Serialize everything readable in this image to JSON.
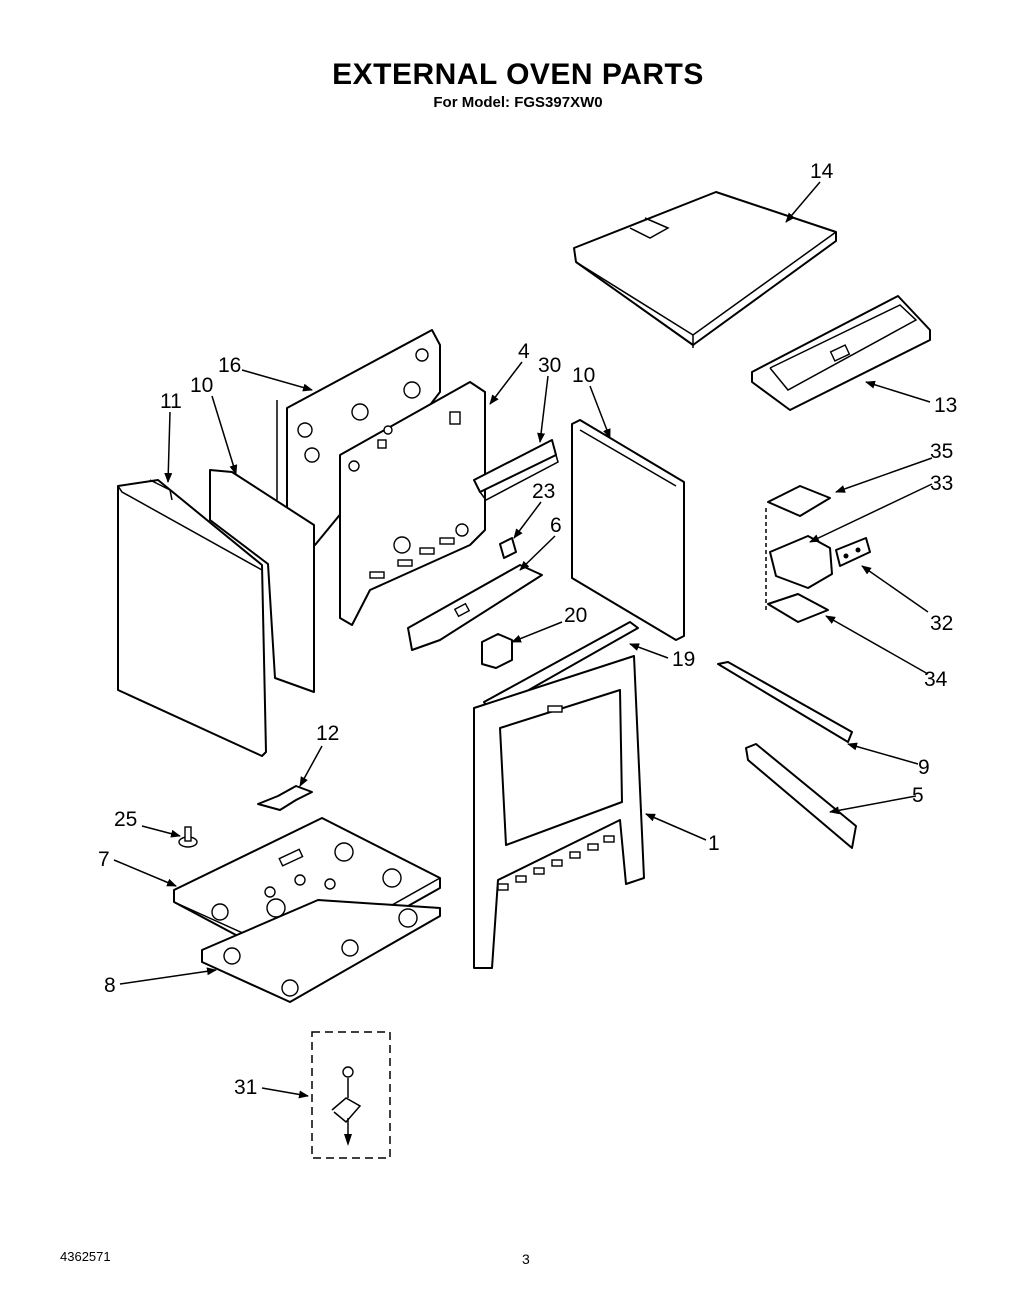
{
  "title": "EXTERNAL OVEN PARTS",
  "subtitle": "For Model: FGS397XW0",
  "footer": {
    "doc_number": "4362571",
    "page_number": "3"
  },
  "callouts": [
    "14",
    "13",
    "16",
    "4",
    "30",
    "10",
    "11",
    "10",
    "35",
    "33",
    "23",
    "6",
    "32",
    "20",
    "19",
    "34",
    "12",
    "9",
    "5",
    "25",
    "1",
    "7",
    "8",
    "31"
  ]
}
